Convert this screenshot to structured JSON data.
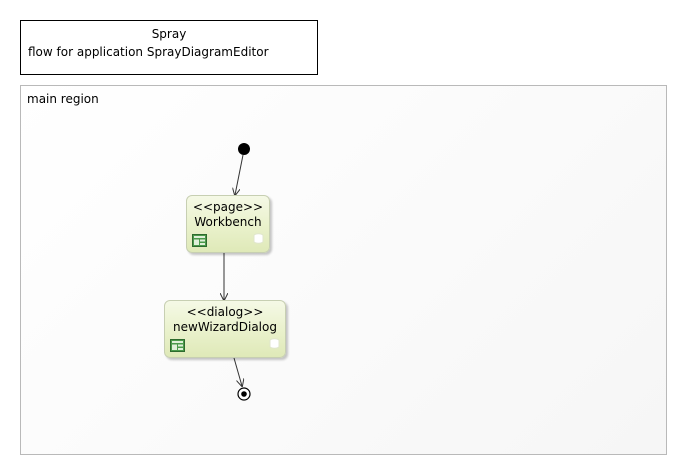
{
  "diagram": {
    "title_line1": "Spray",
    "title_line2": "flow for application SprayDiagramEditor",
    "region_label": "main region",
    "states": [
      {
        "stereotype": "<<page>>",
        "name": "Workbench",
        "icon": "view-icon"
      },
      {
        "stereotype": "<<dialog>>",
        "name": "newWizardDialog",
        "icon": "view-icon"
      }
    ],
    "initial_node": "initial-node",
    "final_node": "final-node",
    "colors": {
      "state_fill": "#e9f1cb",
      "state_border": "#c7cfb2",
      "icon_green": "#4b9a4b"
    }
  }
}
